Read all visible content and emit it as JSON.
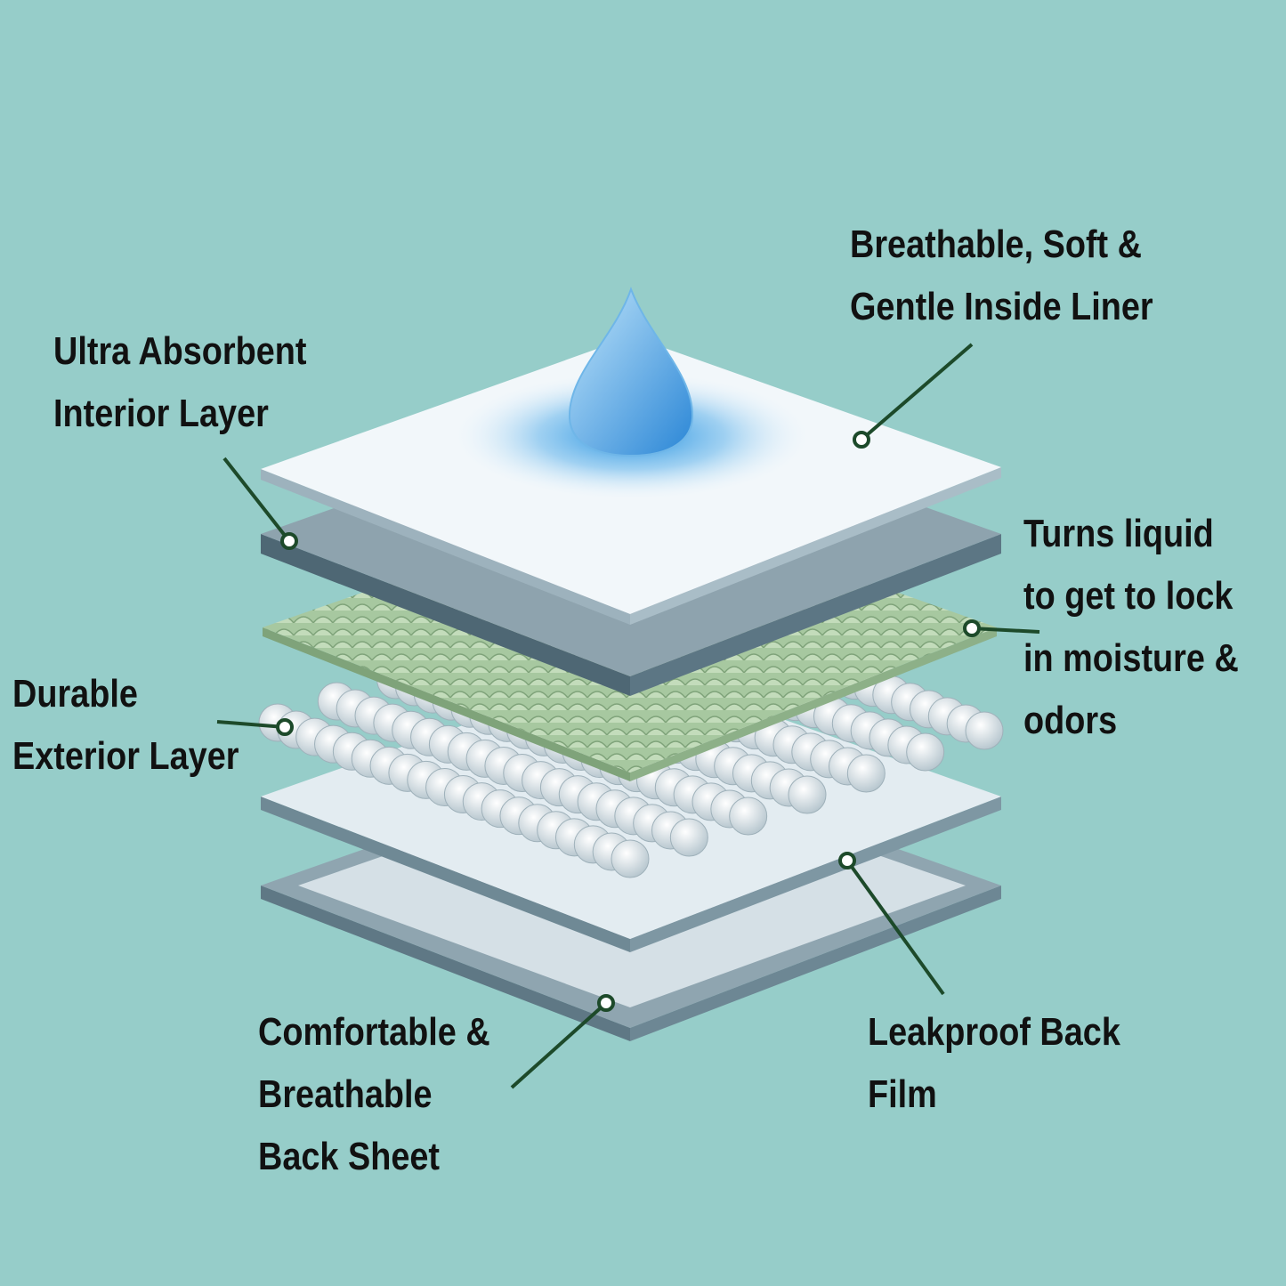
{
  "labels": {
    "liner": [
      "Breathable, Soft &",
      "Gentle Inside Liner"
    ],
    "absorbent": [
      "Ultra Absorbent",
      "Interior Layer"
    ],
    "lock": [
      "Turns liquid",
      "to get to lock",
      "in moisture &",
      "odors"
    ],
    "exterior": [
      "Durable",
      "Exterior Layer"
    ],
    "backsheet": [
      "Comfortable &",
      "Breathable",
      "Back Sheet"
    ],
    "film": [
      "Leakproof Back",
      "Film"
    ]
  },
  "colors": {
    "background": "#96cdc9",
    "leader": "#1d4a2a",
    "drop": "#3a9be0",
    "green_layer": "#a8c8a0"
  }
}
